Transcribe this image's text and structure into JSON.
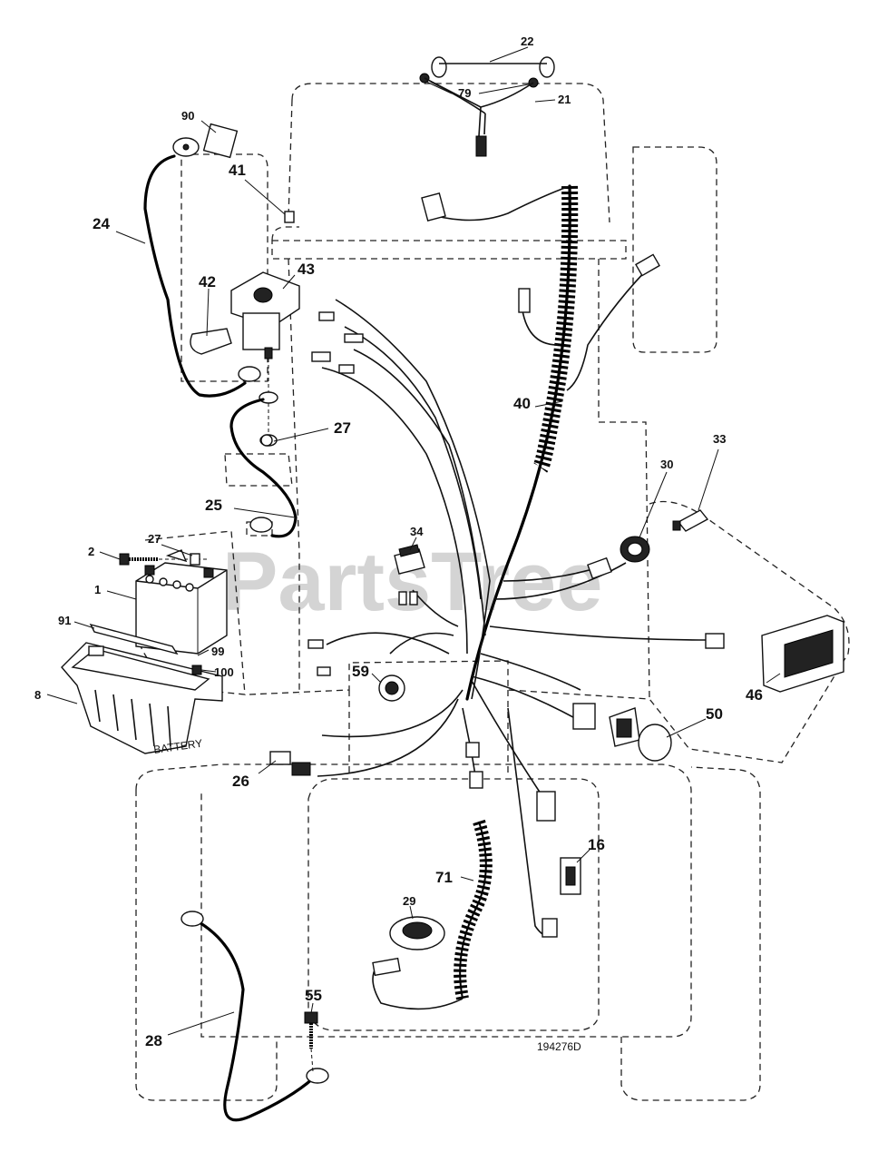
{
  "watermark": "PartsTree",
  "drawing_number": "194276D",
  "battery_box_text": "BATTERY",
  "callouts": [
    {
      "id": "c22",
      "text": "22"
    },
    {
      "id": "c79",
      "text": "79"
    },
    {
      "id": "c21",
      "text": "21"
    },
    {
      "id": "c90",
      "text": "90"
    },
    {
      "id": "c41",
      "text": "41"
    },
    {
      "id": "c24",
      "text": "24"
    },
    {
      "id": "c42",
      "text": "42"
    },
    {
      "id": "c43",
      "text": "43"
    },
    {
      "id": "c40",
      "text": "40"
    },
    {
      "id": "c27a",
      "text": "27"
    },
    {
      "id": "c33",
      "text": "33"
    },
    {
      "id": "c30",
      "text": "30"
    },
    {
      "id": "c25",
      "text": "25"
    },
    {
      "id": "c34",
      "text": "34"
    },
    {
      "id": "c2",
      "text": "2"
    },
    {
      "id": "c27b",
      "text": "27"
    },
    {
      "id": "c1",
      "text": "1"
    },
    {
      "id": "c91",
      "text": "91"
    },
    {
      "id": "c99",
      "text": "99"
    },
    {
      "id": "c100",
      "text": "100"
    },
    {
      "id": "c8",
      "text": "8"
    },
    {
      "id": "c59",
      "text": "59"
    },
    {
      "id": "c46",
      "text": "46"
    },
    {
      "id": "c50",
      "text": "50"
    },
    {
      "id": "c26",
      "text": "26"
    },
    {
      "id": "c16",
      "text": "16"
    },
    {
      "id": "c71",
      "text": "71"
    },
    {
      "id": "c29",
      "text": "29"
    },
    {
      "id": "c55",
      "text": "55"
    },
    {
      "id": "c28",
      "text": "28"
    }
  ]
}
